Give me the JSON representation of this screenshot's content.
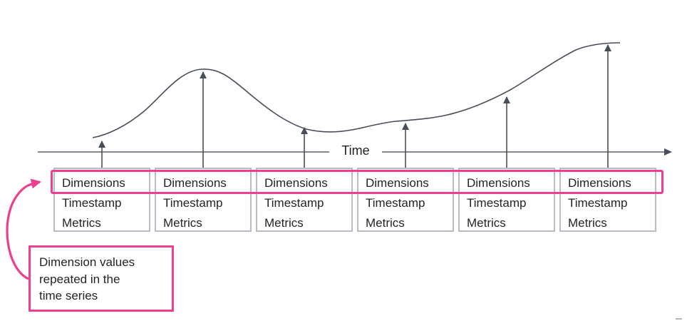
{
  "axis": {
    "label": "Time"
  },
  "records": [
    {
      "dimensions": "Dimensions",
      "timestamp": "Timestamp",
      "metrics": "Metrics"
    },
    {
      "dimensions": "Dimensions",
      "timestamp": "Timestamp",
      "metrics": "Metrics"
    },
    {
      "dimensions": "Dimensions",
      "timestamp": "Timestamp",
      "metrics": "Metrics"
    },
    {
      "dimensions": "Dimensions",
      "timestamp": "Timestamp",
      "metrics": "Metrics"
    },
    {
      "dimensions": "Dimensions",
      "timestamp": "Timestamp",
      "metrics": "Metrics"
    },
    {
      "dimensions": "Dimensions",
      "timestamp": "Timestamp",
      "metrics": "Metrics"
    }
  ],
  "callout": {
    "lines": [
      "Dimension values",
      "repeated in the",
      "time series"
    ]
  },
  "colors": {
    "highlight": "#EE3F8F",
    "curve": "#474E5A",
    "axis": "#5A5F66",
    "box_border": "#B8BDC5",
    "text": "#242424"
  }
}
